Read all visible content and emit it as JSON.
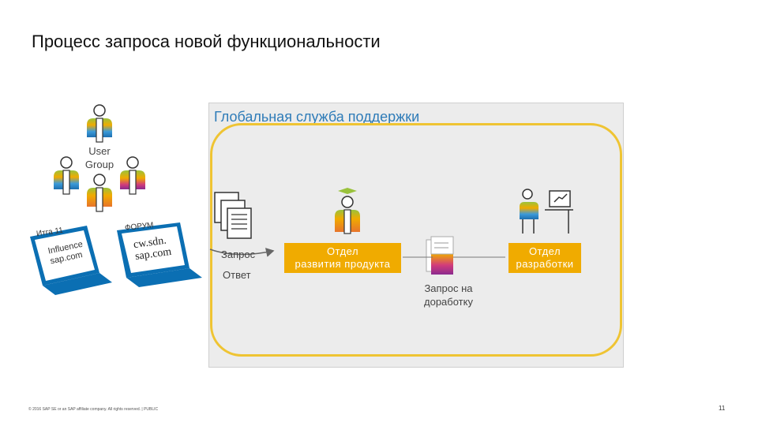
{
  "title": "Процесс запроса новой функциональности",
  "support": {
    "title": "Глобальная служба поддержки"
  },
  "user_group": {
    "line1": "User",
    "line2": "Group"
  },
  "laptops": {
    "left": {
      "tag": "Итга 11",
      "line1": "Influence",
      "line2": "sap.com"
    },
    "right": {
      "tag": "ФОРУМ",
      "line1": "cw.sdn.",
      "line2": "sap.com"
    }
  },
  "flow": {
    "request": "Запрос",
    "answer": "Ответ",
    "product_dev": {
      "line1": "Отдел",
      "line2": "развития продукта"
    },
    "dev_dept": {
      "line1": "Отдел",
      "line2": "разработки"
    },
    "rework": {
      "line1": "Запрос на",
      "line2": "доработку"
    }
  },
  "footer": "© 2016 SAP SE or an SAP affiliate company. All rights reserved.  |  PUBLIC",
  "page_number": "11",
  "colors": {
    "accent": "#f0ab00",
    "support_title": "#2f7cb8",
    "rounded_border": "#efc433",
    "laptop": "#0b6fb3"
  }
}
